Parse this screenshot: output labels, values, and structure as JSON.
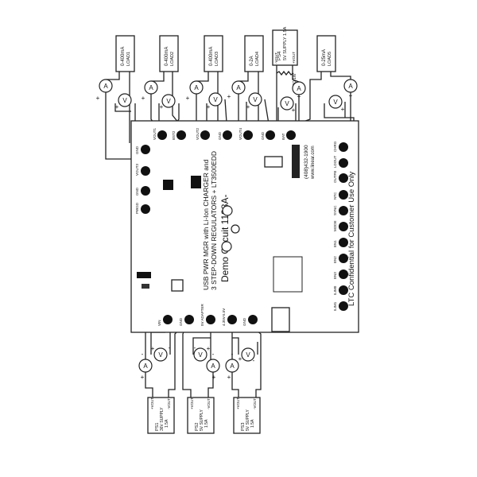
{
  "top_loads": [
    {
      "line1": "0-400mA",
      "line2": "LOAD1"
    },
    {
      "line1": "0-400mA",
      "line2": "LOAD2"
    },
    {
      "line1": "0-400mA",
      "line2": "LOAD3"
    },
    {
      "line1": "0-2A",
      "line2": "LOAD4"
    },
    {
      "line1": "PS4",
      "line2": "5V SUPPLY 1.5A",
      "minus": "-VOUT",
      "plus": "+VOUT"
    },
    {
      "line1": "0-25mA",
      "line2": "LOAD5"
    }
  ],
  "resistor_label": "3.3Ω 1W",
  "bottom_supplies": [
    {
      "line1": "PS1",
      "line2": "36V SUPPLY",
      "line3": "1.5A",
      "plus": "+VOUT",
      "minus": "-VOUT"
    },
    {
      "line1": "PS2",
      "line2": "5V SUPPLY",
      "line3": "1.5A",
      "plus": "+VOUT",
      "minus": "-VOUT"
    },
    {
      "line1": "PS3",
      "line2": "5V SUPPLY",
      "line3": "1.5A",
      "plus": "+VOUT",
      "minus": "-VOUT"
    }
  ],
  "meters": {
    "ammeter": "A",
    "voltmeter": "V",
    "plus": "+",
    "minus": "-"
  },
  "board": {
    "title1": "USB PWR MGR with Li-Ion CHARGER and",
    "title2": "3 STEP-DOWN REGULATORS + LT3500EDD",
    "title3": "Demo Circuit 1138A-",
    "confidential": "LTC Confidential for Customer Use Only",
    "phone": "(408)432-1900",
    "web": "www.linear.com",
    "top_terminals": [
      "VOUT1",
      "BST2",
      "VOUT2",
      "GND",
      "VOUT4",
      "GND",
      "BAT"
    ],
    "left_terminals": [
      "GND",
      "VOUT3",
      "GND",
      "PWGD"
    ],
    "right_terminals": [
      "CHRG",
      "LDOUT",
      "OUTFB",
      "NTC",
      "SYNC",
      "MODE",
      "EN1",
      "EN2",
      "EN3",
      "ILIM0",
      "ILIM1"
    ],
    "bottom_terminals": [
      "VIN",
      "GND",
      "5V ADAPTER",
      "4.35V-5.5V",
      "GND"
    ]
  }
}
